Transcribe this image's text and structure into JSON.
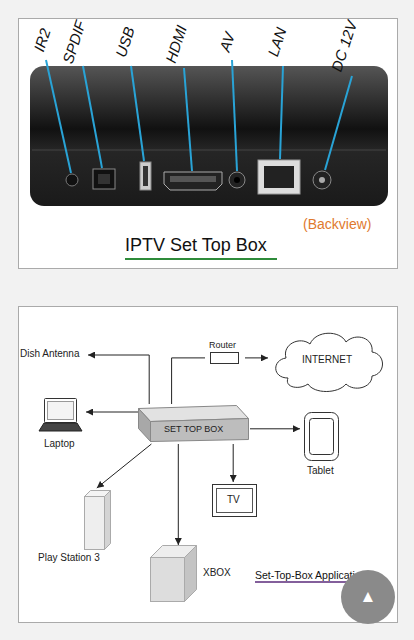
{
  "diagram": {
    "title": "IPTV Set Top Box",
    "caption": "Set-Top-Box Applications",
    "nodes": [
      {
        "text": [
          "Dish Antenna"
        ]
      },
      {
        "text": [
          "Router"
        ]
      },
      {
        "text": [
          "INTERNET"
        ]
      },
      {
        "text": [
          "Laptop"
        ]
      },
      {
        "text": [
          "SET TOP BOX"
        ]
      },
      {
        "text": [
          "Tablet"
        ]
      },
      {
        "text": [
          "TV"
        ]
      },
      {
        "text": [
          "Play Station 3"
        ]
      },
      {
        "text": [
          "XBOX"
        ]
      }
    ],
    "edges": [
      {
        "from": 4,
        "to": 0,
        "arrow": "to"
      },
      {
        "from": 4,
        "to": 1,
        "arrow": "none"
      },
      {
        "from": 1,
        "to": 2,
        "arrow": "to"
      },
      {
        "from": 4,
        "to": 3,
        "arrow": "to"
      },
      {
        "from": 4,
        "to": 5,
        "arrow": "to"
      },
      {
        "from": 4,
        "to": 6,
        "arrow": "to"
      },
      {
        "from": 4,
        "to": 7,
        "arrow": "to"
      },
      {
        "from": 4,
        "to": 8,
        "arrow": "to"
      }
    ],
    "labels": [
      "IR2",
      "SPDIF",
      "USB",
      "HDMI",
      "AV",
      "LAN",
      "DC 12V",
      "(Backview)",
      "▲"
    ]
  }
}
